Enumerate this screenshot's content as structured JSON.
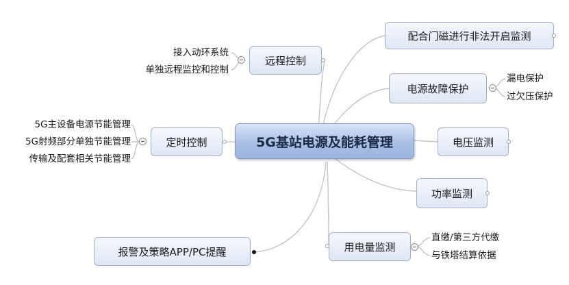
{
  "central": {
    "label": "5G基站电源及能耗管理"
  },
  "branches": {
    "door_monitor": "配合门磁进行非法开启监测",
    "power_fault": "电源故障保护",
    "voltage": "电压监测",
    "power": "功率监测",
    "energy": "用电量监测",
    "remote": "远程控制",
    "timer": "定时控制",
    "alarm": "报警及策略APP/PC提醒"
  },
  "leaves": {
    "power_fault": [
      "漏电保护",
      "过欠压保护"
    ],
    "energy": [
      "直缴/第三方代缴",
      "与铁塔结算依据"
    ],
    "remote": [
      "接入动环系统",
      "单独远程监控和控制"
    ],
    "timer": [
      "5G主设备电源节能管理",
      "5G射频部分单独节能管理",
      "传输及配套相关节能管理"
    ]
  },
  "colors": {
    "connector": "#c4c4c4",
    "node_border": "#9fb0cc",
    "central_fill": "#a9c0e4"
  }
}
